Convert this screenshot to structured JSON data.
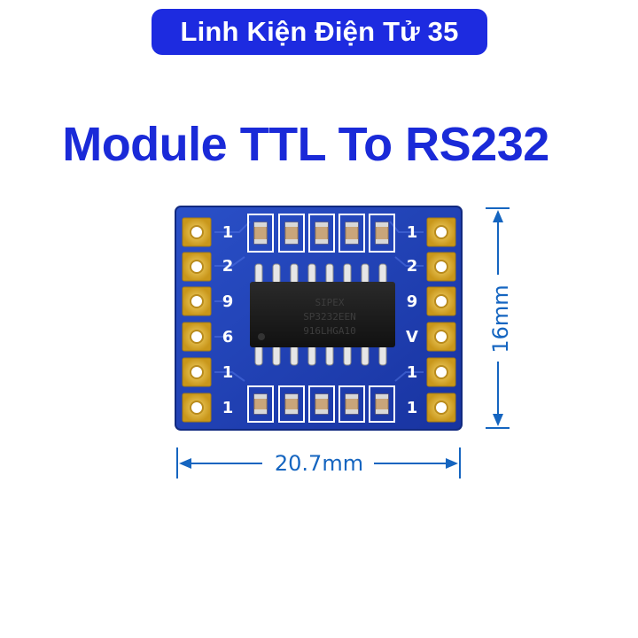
{
  "banner": {
    "text": "Linh Kiện Điện Tử 35"
  },
  "title": {
    "text": "Module TTL To RS232"
  },
  "chip": {
    "line1": "SIPEX",
    "line2": "SP3232EEN",
    "line3": "916LHGA10"
  },
  "dimensions": {
    "width_label": "20.7mm",
    "height_label": "16mm"
  },
  "silkscreen": {
    "left": [
      "1",
      "2",
      "9",
      "6",
      "1",
      "1"
    ],
    "right": [
      "1",
      "2",
      "9",
      "V",
      "1",
      "1"
    ]
  },
  "colors": {
    "banner": "#1d2be0",
    "title": "#1a2ad8",
    "pcb": "#1f3fb8",
    "pad": "#d4a82a",
    "dimension": "#1565c0"
  }
}
